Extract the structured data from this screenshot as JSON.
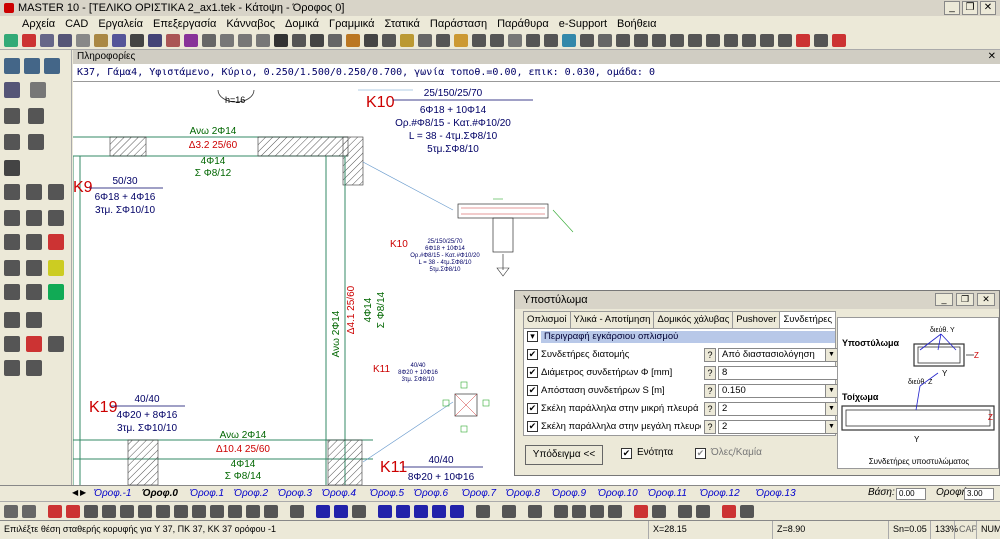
{
  "window": {
    "title": "MASTER 10 - [ΤΕΛΙΚΟ ΟΡΙΣΤΙΚΑ 2_ax1.tek - Κάτοψη - Όροφος 0]"
  },
  "menu": [
    "Αρχεία",
    "CAD",
    "Εργαλεία",
    "Επεξεργασία",
    "Κάνναβος",
    "Δομικά",
    "Γραμμικά",
    "Στατικά",
    "Παράσταση",
    "Παράθυρα",
    "e-Support",
    "Βοήθεια"
  ],
  "info_panel": {
    "header": "Πληροφορίες",
    "text": "K37, Γάμα4, Υφιστάμενο, Κύριο, 0.250/1.500/0.250/0.700, γωνία τοποθ.=0.00, επικ: 0.030, ομάδα: 0"
  },
  "drawing": {
    "k10_name": "K10",
    "k10_dims": "25/150/25/70",
    "k10_long": "6Φ18 + 10Φ14",
    "k10_stirrup": "Ορ.#Φ8/15 - Κατ.#Φ10/20",
    "k10_length": "L = 38 - 4τμ.ΣΦ8/10",
    "k10_extra": "5τμ.ΣΦ8/10",
    "k9_name": "K9",
    "k9_dims": "50/30",
    "k9_long": "6Φ18 + 4Φ16",
    "k9_stirrup": "3τμ. ΣΦ10/10",
    "k19_name": "K19",
    "k19_dims": "40/40",
    "k19_long": "4Φ20 + 8Φ16",
    "k19_stirrup": "3τμ. ΣΦ10/10",
    "k11_name": "K11",
    "k11_dims": "40/40",
    "k11_long": "8Φ20 + 10Φ16",
    "k11_small_dims": "40/40",
    "k11_small_long": "8Φ20 + 10Φ16",
    "k11_small_stirrup": "3τμ. ΣΦ8/10",
    "k10_small_dims": "25/150/25/70",
    "k10_small_long": "6Φ18 + 10Φ14",
    "k10_small_stirrup": "Ορ.#Φ8/15 - Κατ.#Φ10/20",
    "k10_small_length": "L = 38 - 4τμ.ΣΦ8/10",
    "k10_small_extra": "5τμ.ΣΦ8/10",
    "beam1_top": "Ανω 2Φ14",
    "beam1_name": "Δ3.2  25/60",
    "beam1_bottom": "4Φ14",
    "beam1_stirrup": "Σ Φ8/12",
    "beam2_top": "Ανω 2Φ14",
    "beam2_name": "Δ10.4  25/60",
    "beam2_bottom": "4Φ14",
    "beam2_stirrup": "Σ Φ8/14",
    "vbeam_top": "Ανω 2Φ14",
    "vbeam_name": "Δ4.1  25/60",
    "vbeam_bottom": "4Φ14",
    "vbeam_stirrup": "Σ Φ8/14",
    "slab_h": "h=16"
  },
  "dialog": {
    "title": "Υποστύλωμα",
    "tabs": [
      "Οπλισμοί",
      "Υλικά - Αποτίμηση",
      "Δομικός χάλυβας",
      "Pushover",
      "Συνδετήρες"
    ],
    "section_header": "Περιγραφή εγκάρσιου οπλισμού",
    "rows": [
      {
        "label": "Συνδετήρες διατομής",
        "value": "Από διαστασιολόγηση"
      },
      {
        "label": "Διάμετρος συνδετήρων Φ [mm]",
        "value": "8"
      },
      {
        "label": "Απόσταση συνδετήρων S [m]",
        "value": "0.150"
      },
      {
        "label": "Σκέλη παράλληλα στην μικρή πλευρά (Vy)",
        "value": "2"
      },
      {
        "label": "Σκέλη παράλληλα στην μεγάλη πλευρά (Vz)",
        "value": "2"
      }
    ],
    "sample_button": "Υπόδειγμα <<",
    "unity_label": "Ενότητα",
    "all_none_label": "Όλες/Καμία",
    "diagram": {
      "column_label": "Υποστύλωμα",
      "wall_label": "Τοίχωμα",
      "dir_y": "διεύθ. Υ",
      "dir_z": "διεύθ. Ζ",
      "axis_y": "Y",
      "axis_z": "Z",
      "caption": "Συνδετήρες υποστυλώματος"
    }
  },
  "floor_tabs": [
    "Όροφ.-1",
    "Όροφ.0",
    "Όροφ.1",
    "Όροφ.2",
    "Όροφ.3",
    "Όροφ.4",
    "Όροφ.5",
    "Όροφ.6",
    "Όροφ.7",
    "Όροφ.8",
    "Όροφ.9",
    "Όροφ.10",
    "Όροφ.11",
    "Όροφ.12",
    "Όροφ.13"
  ],
  "base": {
    "label": "Βάση:",
    "value": "0.00"
  },
  "roof": {
    "label": "Οροφή:",
    "value": "3.00"
  },
  "status": {
    "message": "Επιλέξτε θέση σταθερής κορυφής για Υ 37, ΠΚ 37, ΚΚ 37 ορόφου -1",
    "x": "X=28.15",
    "z": "Z=8.90",
    "sn": "Sn=0.05",
    "zoom": "133%",
    "caps": "CAP",
    "num": "NUM"
  },
  "colors": {
    "accent_red": "#cc0000",
    "accent_green": "#006600",
    "text_blue": "#000066",
    "header_blue": "#b8c8e8"
  }
}
